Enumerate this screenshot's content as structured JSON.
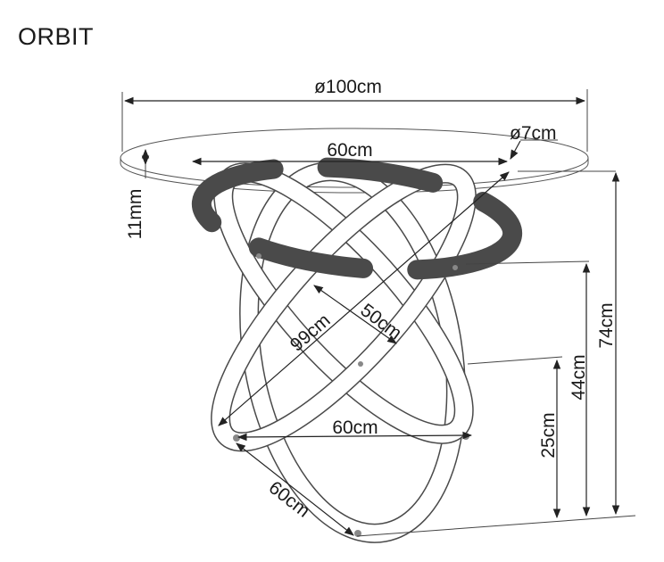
{
  "title": "ORBIT",
  "dimensions": {
    "top_diameter": "ø100cm",
    "rim_width": "60cm",
    "tube_diameter": "ø7cm",
    "glass_thickness": "11mm",
    "diagonal_large": "99cm",
    "diagonal_small": "50cm",
    "base_width": "60cm",
    "base_depth": "60cm",
    "height_total": "74cm",
    "height_mid": "44cm",
    "height_low": "25cm"
  }
}
